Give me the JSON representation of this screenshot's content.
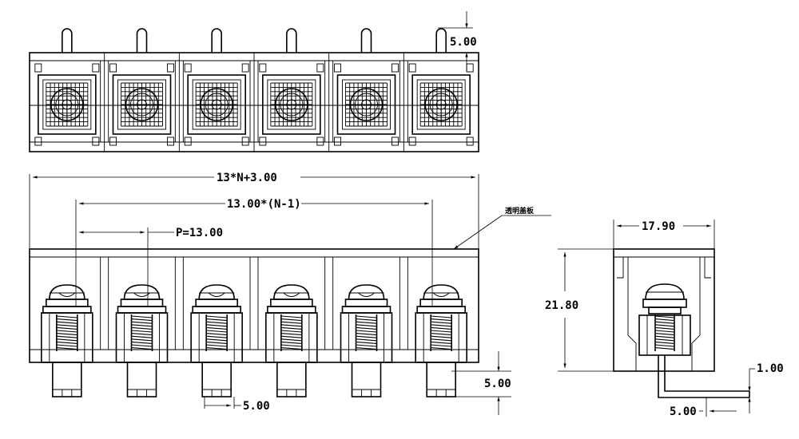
{
  "dimensions": {
    "pin_height": "5.00",
    "total_length": "13*N+3.00",
    "span_length": "13.00*(N-1)",
    "pitch": "P=13.00",
    "bottom_right_height": "5.00",
    "bottom_pin_width": "5.00",
    "side_width": "17.90",
    "side_height": "21.80",
    "side_offset": "1.00",
    "side_pin_width": "5.00"
  },
  "notes": {
    "cover_label": "透明盖板"
  },
  "layout": {
    "positions": 6
  },
  "colors": {
    "line": "#000000",
    "background": "#ffffff"
  }
}
